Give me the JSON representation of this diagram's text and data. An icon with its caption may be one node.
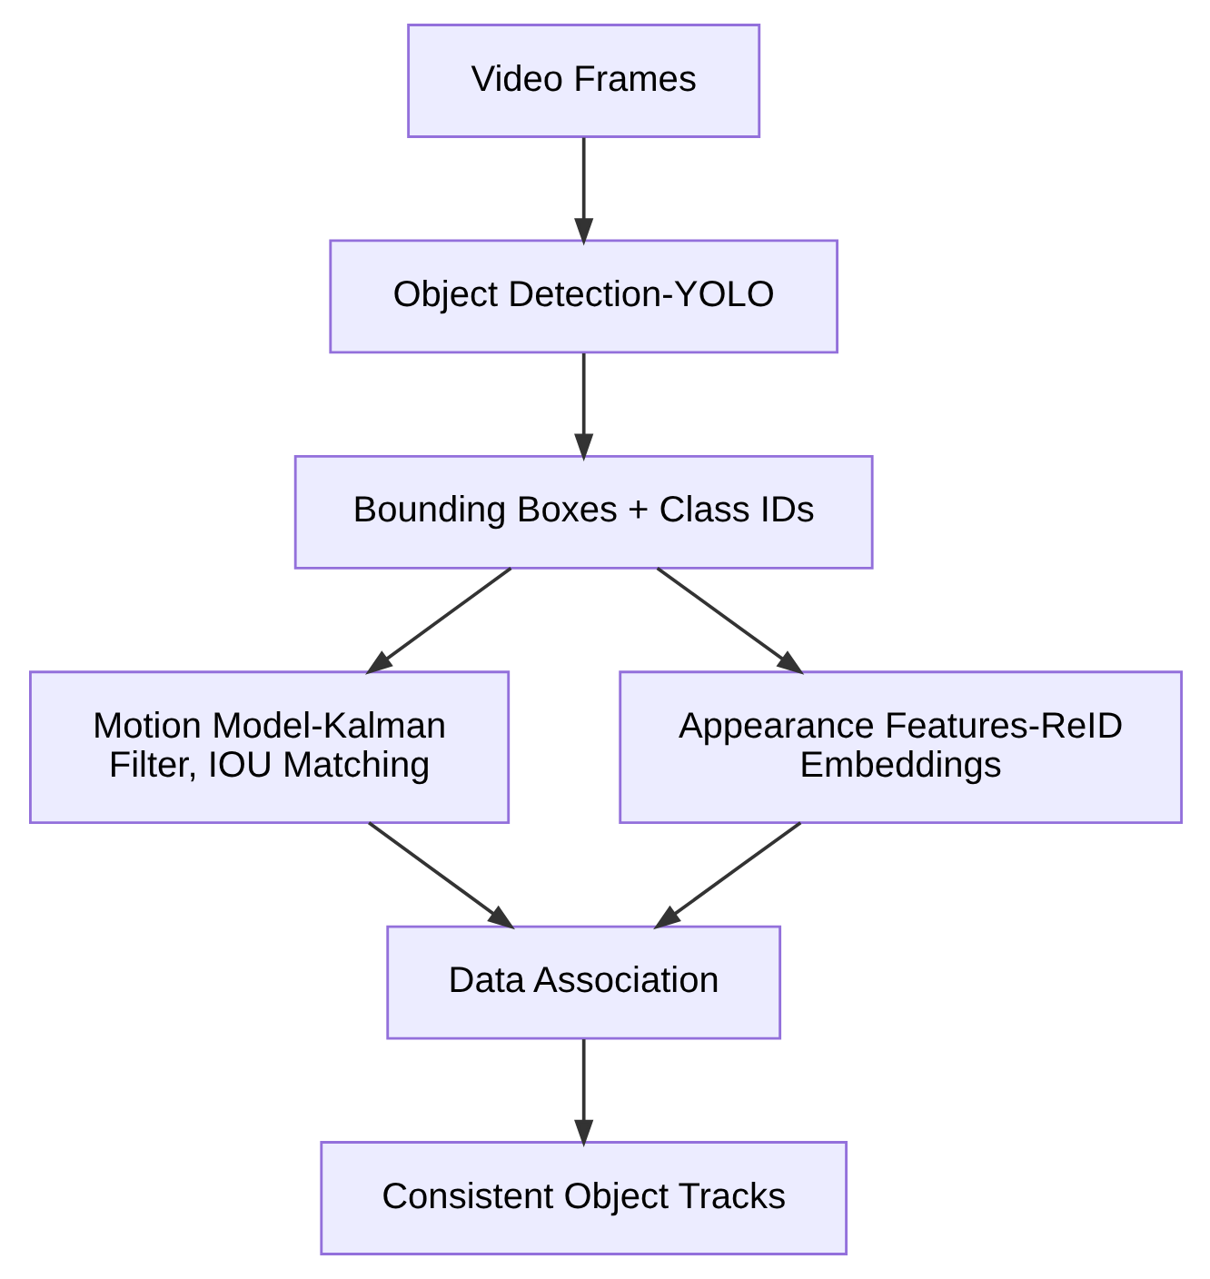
{
  "diagram": {
    "nodes": [
      {
        "text": [
          "Video Frames"
        ]
      },
      {
        "text": [
          "Object Detection-YOLO"
        ]
      },
      {
        "text": [
          "Bounding Boxes + Class IDs"
        ]
      },
      {
        "text": [
          "Motion Model-Kalman Filter, IOU Matching"
        ]
      },
      {
        "text": [
          "Appearance Features-ReID Embeddings"
        ]
      },
      {
        "text": [
          "Data Association"
        ]
      },
      {
        "text": [
          "Consistent Object Tracks"
        ]
      }
    ],
    "edges": [
      {
        "from": 0,
        "to": 1,
        "arrow": "to"
      },
      {
        "from": 1,
        "to": 2,
        "arrow": "to"
      },
      {
        "from": 2,
        "to": 3,
        "arrow": "to"
      },
      {
        "from": 2,
        "to": 4,
        "arrow": "to"
      },
      {
        "from": 3,
        "to": 5,
        "arrow": "to"
      },
      {
        "from": 4,
        "to": 5,
        "arrow": "to"
      },
      {
        "from": 5,
        "to": 6,
        "arrow": "to"
      }
    ]
  }
}
